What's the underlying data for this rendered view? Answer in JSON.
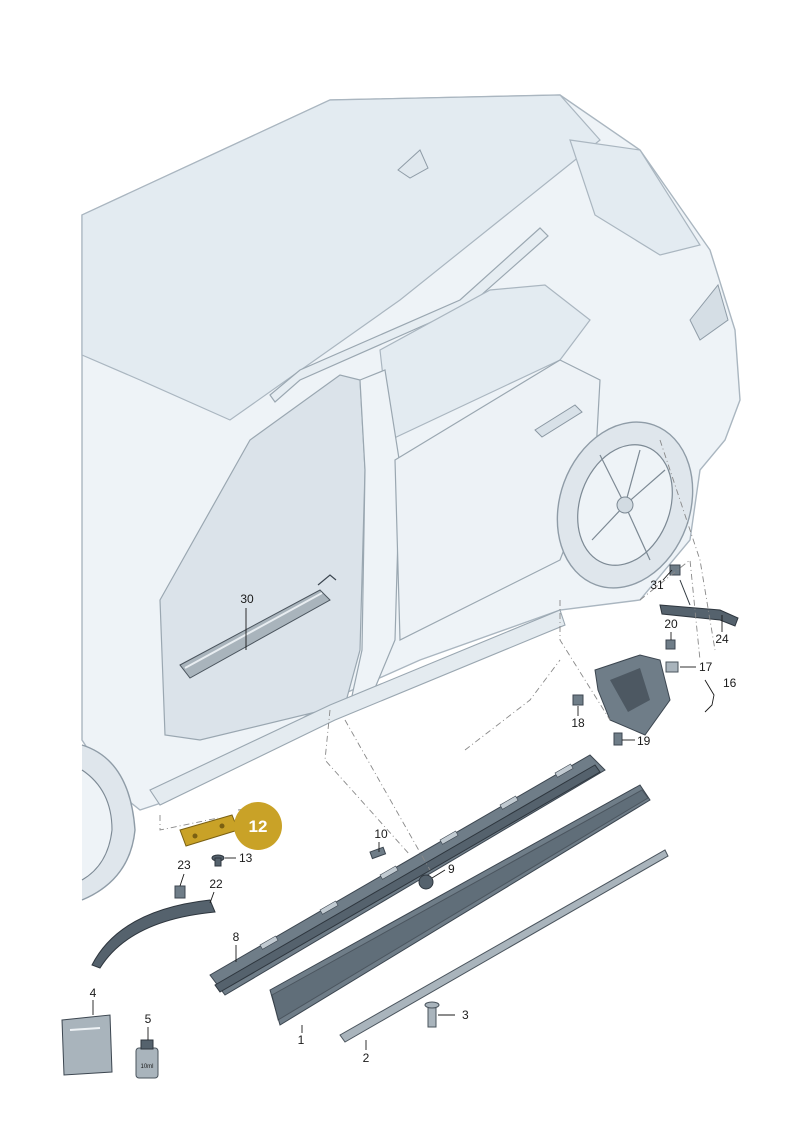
{
  "highlight": {
    "label": "12",
    "color": "#c9a227"
  },
  "callouts": [
    {
      "id": "c1",
      "label": "1"
    },
    {
      "id": "c2",
      "label": "2"
    },
    {
      "id": "c3",
      "label": "3"
    },
    {
      "id": "c4",
      "label": "4"
    },
    {
      "id": "c5",
      "label": "5"
    },
    {
      "id": "c8",
      "label": "8"
    },
    {
      "id": "c9",
      "label": "9"
    },
    {
      "id": "c10",
      "label": "10"
    },
    {
      "id": "c13",
      "label": "13"
    },
    {
      "id": "c16",
      "label": "16"
    },
    {
      "id": "c17",
      "label": "17"
    },
    {
      "id": "c18",
      "label": "18"
    },
    {
      "id": "c19",
      "label": "19"
    },
    {
      "id": "c20",
      "label": "20"
    },
    {
      "id": "c22",
      "label": "22"
    },
    {
      "id": "c23",
      "label": "23"
    },
    {
      "id": "c24",
      "label": "24"
    },
    {
      "id": "c30",
      "label": "30"
    },
    {
      "id": "c31",
      "label": "31"
    }
  ],
  "bottle_label": "10ml"
}
